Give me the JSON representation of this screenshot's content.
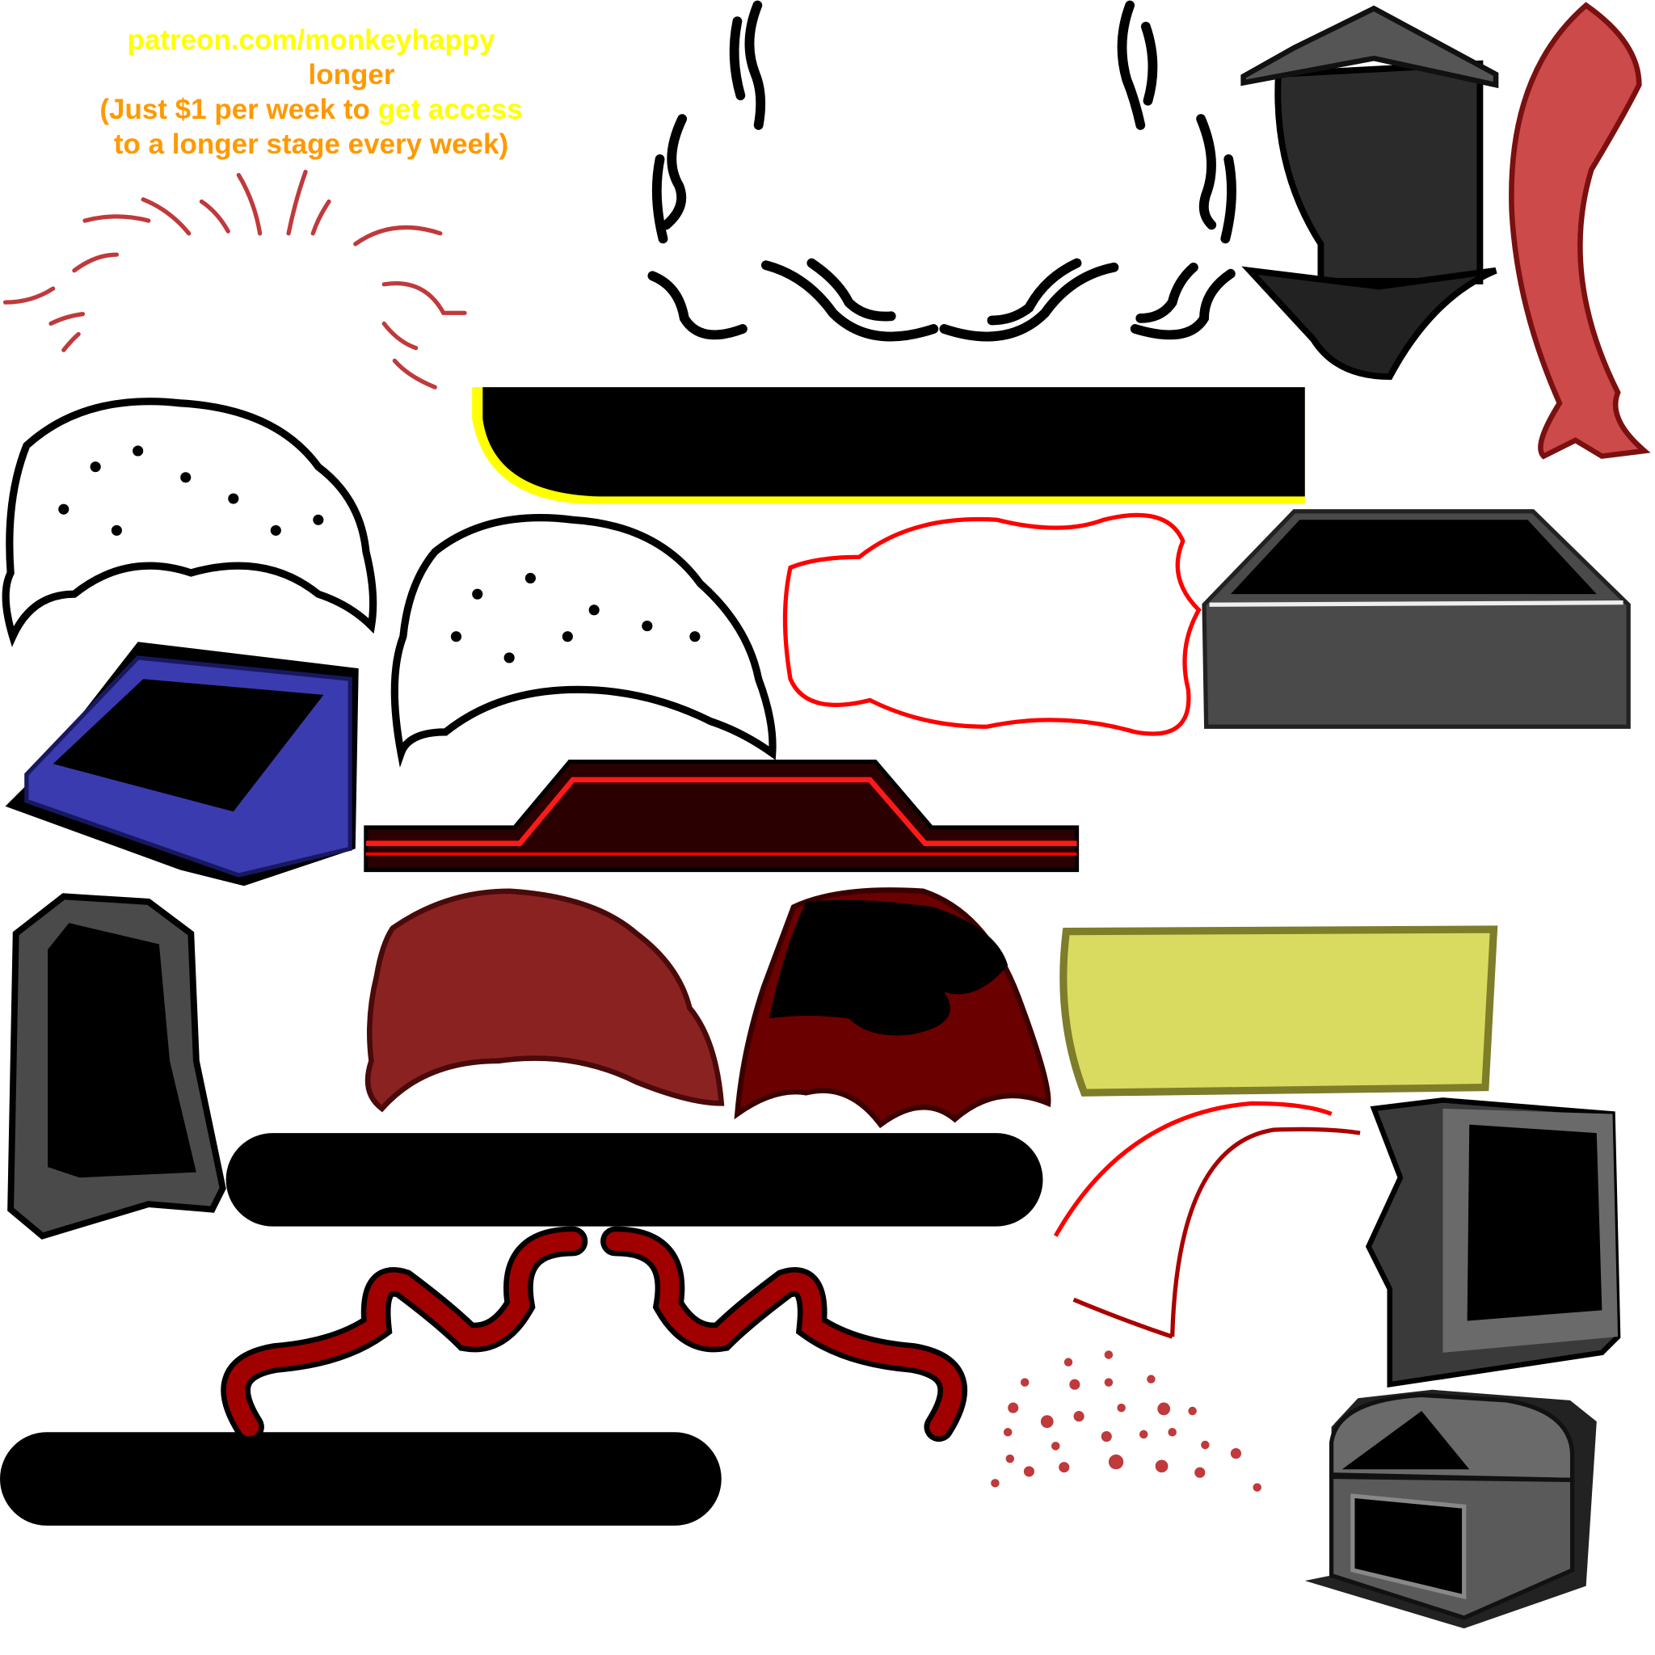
{
  "promo": {
    "url": "patreon.com/monkeyhappy",
    "line2": "longer",
    "line3_a": "(Just $1 per week to ",
    "line3_b": "get access",
    "line4": "to a longer stage every week)"
  },
  "colors": {
    "yellow": "#ffff00",
    "orange": "#ff9900",
    "dark_red": "#8b1a1a",
    "blue_stand": "#3b3bb0",
    "gray_frame": "#4a4a4a",
    "olive_banner": "#d9db60"
  }
}
